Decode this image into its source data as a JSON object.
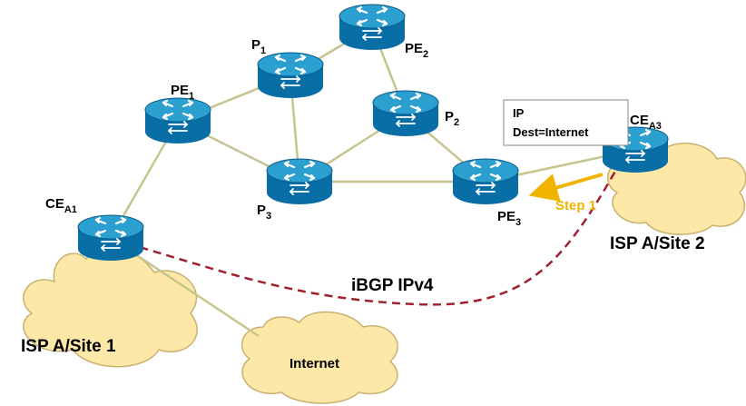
{
  "nodes": {
    "pe1": {
      "label": "PE",
      "sub": "1"
    },
    "p1": {
      "label": "P",
      "sub": "1"
    },
    "pe2": {
      "label": "PE",
      "sub": "2"
    },
    "p2": {
      "label": "P",
      "sub": "2"
    },
    "p3": {
      "label": "P",
      "sub": "3"
    },
    "pe3": {
      "label": "PE",
      "sub": "3"
    },
    "cea1": {
      "label": "CE",
      "sub": "A1"
    },
    "cea3": {
      "label": "CE",
      "sub": "A3"
    }
  },
  "clouds": {
    "site1": "ISP A/Site 1",
    "site2": "ISP A/Site 2",
    "internet": "Internet"
  },
  "session_label": "iBGP IPv4",
  "step_label": "Step 1",
  "packet_box": {
    "line1": "IP",
    "line2": "Dest=Internet"
  },
  "colors": {
    "link": "#c8c48e",
    "cloud_fill": "#fde8a8",
    "cloud_stroke": "#c8b070",
    "router_top": "#2a9fd0",
    "router_body": "#0a6ea6",
    "ibgp_line": "#a02030",
    "step_arrow": "#f0b400"
  }
}
